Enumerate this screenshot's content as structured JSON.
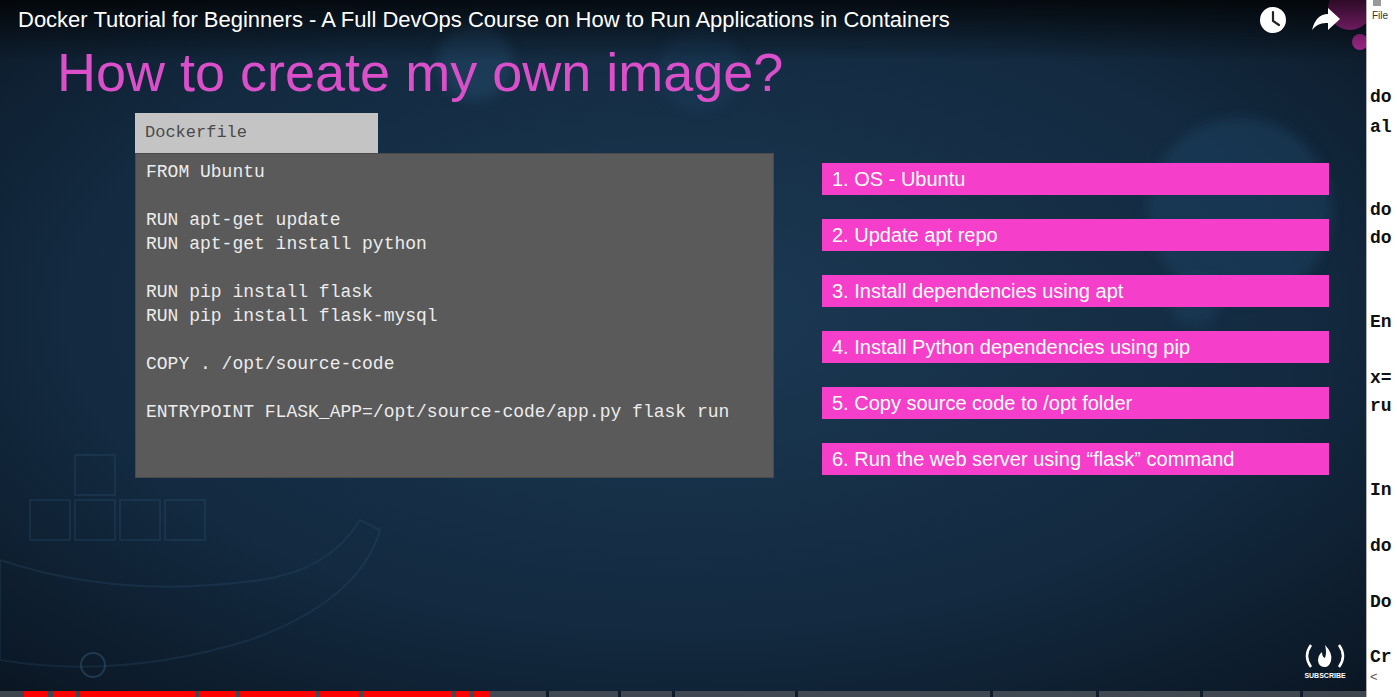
{
  "diagram": {
    "title": "How to create my own image?",
    "nodes": [
      {
        "text": [
          "Dockerfile",
          "FROM Ubuntu",
          "RUN apt-get update",
          "RUN apt-get install python",
          "RUN pip install flask",
          "RUN pip install flask-mysql",
          "COPY . /opt/source-code",
          "ENTRYPOINT FLASK_APP=/opt/source-code/app.py flask run"
        ]
      },
      {
        "text": [
          "1. OS - Ubuntu"
        ]
      },
      {
        "text": [
          "2. Update apt repo"
        ]
      },
      {
        "text": [
          "3. Install dependencies using apt"
        ]
      },
      {
        "text": [
          "4. Install Python dependencies using pip"
        ]
      },
      {
        "text": [
          "5. Copy source code to /opt folder"
        ]
      },
      {
        "text": [
          "6. Run the web server using “flask” command"
        ]
      }
    ],
    "labels": [
      "Docker Tutorial for Beginners - A Full DevOps Course on How to Run Applications in Containers",
      "File",
      "do",
      "al",
      "do",
      "do",
      "En",
      "x=",
      "ru",
      "In",
      "do",
      "Do",
      "Cr",
      "<",
      "SUBSCRIBE"
    ]
  }
}
